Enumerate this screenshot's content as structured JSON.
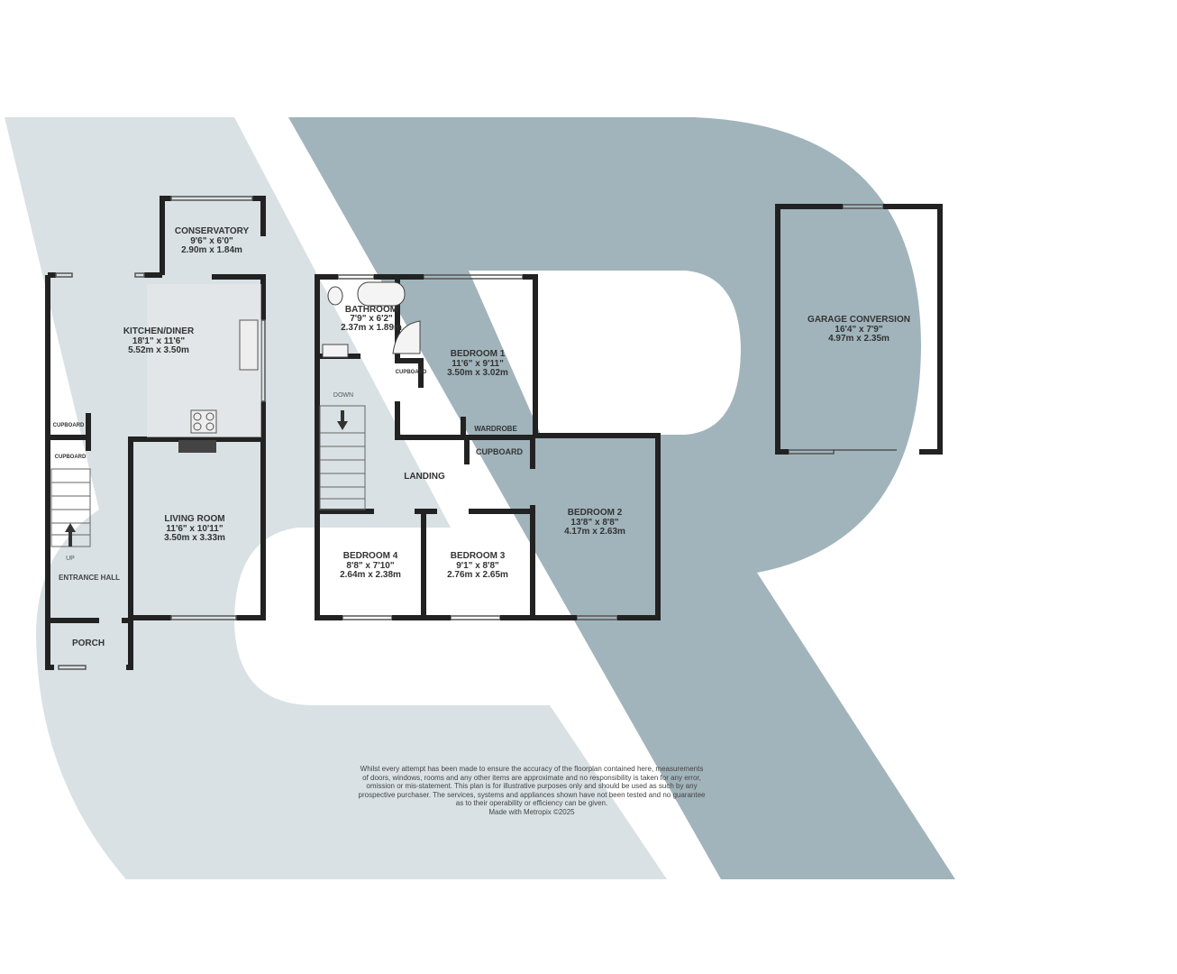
{
  "colors": {
    "watermark_light": "#d9e1e4",
    "watermark_dark": "#a1b4bb",
    "wall": "#111111"
  },
  "ground_floor": {
    "conservatory": {
      "name": "CONSERVATORY",
      "imperial": "9'6\"  x 6'0\"",
      "metric": "2.90m  x 1.84m"
    },
    "kitchen": {
      "name": "KITCHEN/DINER",
      "imperial": "18'1\"  x 11'6\"",
      "metric": "5.52m  x 3.50m"
    },
    "living": {
      "name": "LIVING ROOM",
      "imperial": "11'6\"  x 10'11\"",
      "metric": "3.50m  x 3.33m"
    },
    "cupboard1": "CUPBOARD",
    "cupboard2": "CUPBOARD",
    "up": "UP",
    "hall": "ENTRANCE HALL",
    "porch": "PORCH"
  },
  "first_floor": {
    "bathroom": {
      "name": "BATHROOM",
      "imperial": "7'9\"  x 6'2\"",
      "metric": "2.37m  x 1.89m"
    },
    "bedroom1": {
      "name": "BEDROOM 1",
      "imperial": "11'6\"  x 9'11\"",
      "metric": "3.50m  x 3.02m"
    },
    "bedroom2": {
      "name": "BEDROOM 2",
      "imperial": "13'8\"  x 8'8\"",
      "metric": "4.17m  x 2.63m"
    },
    "bedroom3": {
      "name": "BEDROOM 3",
      "imperial": "9'1\"  x 8'8\"",
      "metric": "2.76m  x 2.65m"
    },
    "bedroom4": {
      "name": "BEDROOM 4",
      "imperial": "8'8\"  x 7'10\"",
      "metric": "2.64m  x 2.38m"
    },
    "cupboard_small": "CUPBOARD",
    "cupboard": "CUPBOARD",
    "wardrobe": "WARDROBE",
    "landing": "LANDING",
    "down": "DOWN"
  },
  "garage": {
    "name": "GARAGE CONVERSION",
    "imperial": "16'4\"  x 7'9\"",
    "metric": "4.97m  x 2.35m"
  },
  "disclaimer": [
    "Whilst every attempt has been made to ensure the accuracy of the floorplan contained here, measurements",
    "of doors, windows, rooms and any other items are approximate and no responsibility is taken for any error,",
    "omission or mis-statement. This plan is for illustrative purposes only and should be used as such by any",
    "prospective purchaser. The services, systems and appliances shown have not been tested and no guarantee",
    "as to their operability or efficiency can be given.",
    "Made with Metropix ©2025"
  ]
}
